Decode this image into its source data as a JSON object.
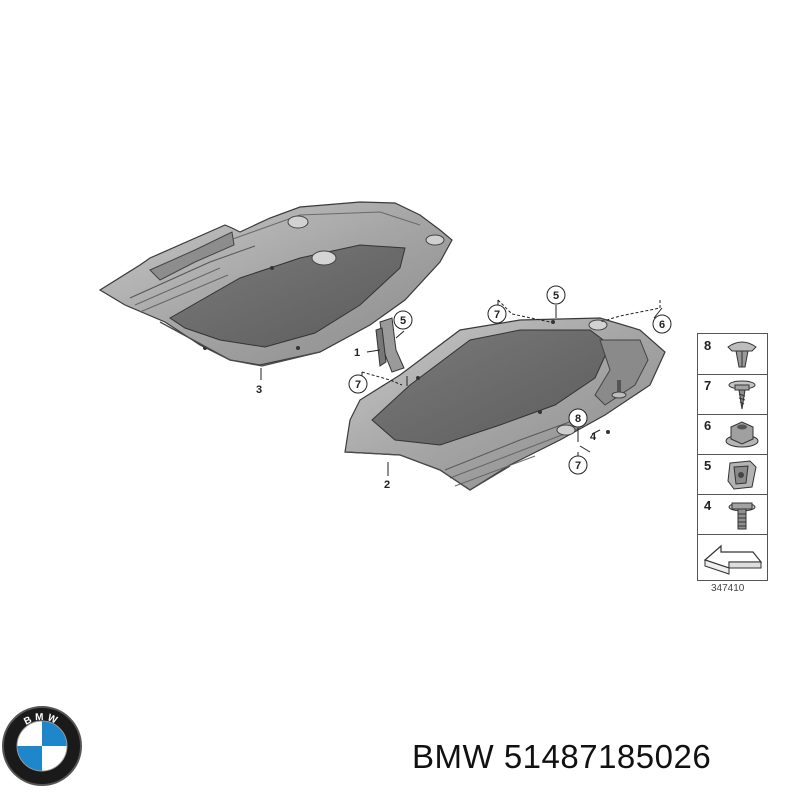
{
  "callouts": {
    "part_1": "1",
    "part_2": "2",
    "part_3": "3",
    "part_4": "4",
    "part_5_top": "5",
    "part_5_bracket": "5",
    "part_6": "6",
    "part_7_left": "7",
    "part_7_top": "7",
    "part_7_bottom": "7",
    "part_8": "8"
  },
  "legend": {
    "items": [
      {
        "number": "8",
        "icon": "push-rivet-icon"
      },
      {
        "number": "7",
        "icon": "tapping-screw-icon"
      },
      {
        "number": "6",
        "icon": "hex-nut-icon"
      },
      {
        "number": "5",
        "icon": "clip-nut-icon"
      },
      {
        "number": "4",
        "icon": "hex-bolt-icon"
      }
    ],
    "direction_icon": "direction-arrow-icon"
  },
  "diagram_code": "347410",
  "brand": {
    "logo_text": "BMW",
    "caption": "BMW 51487185026"
  },
  "colors": {
    "panel_fill": "#a9a9a9",
    "panel_shadow": "#6f6f6f",
    "panel_dark": "#585858",
    "outline": "#3a3a3a",
    "bmw_blue": "#1e87cc"
  }
}
